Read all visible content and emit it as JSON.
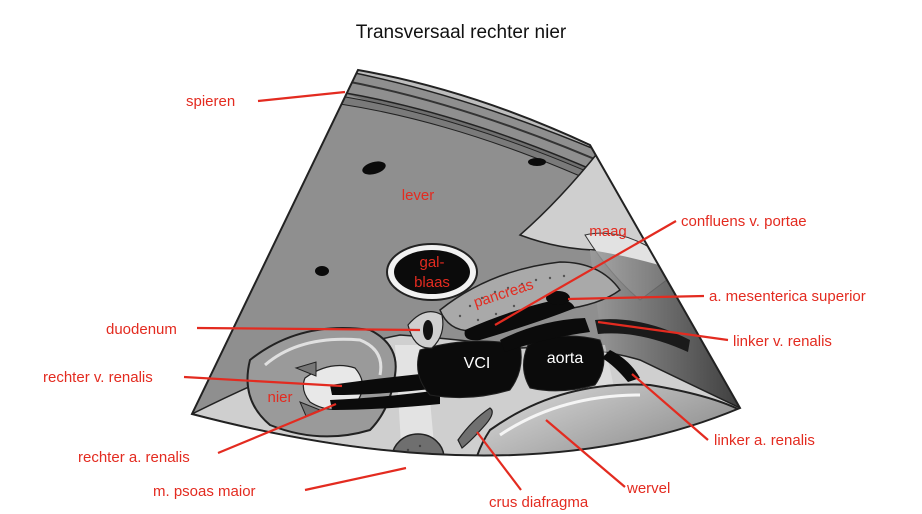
{
  "title": "Transversaal rechter nier",
  "labels": {
    "spieren": "spieren",
    "lever": "lever",
    "maag": "maag",
    "galblaas_line1": "gal-",
    "galblaas_line2": "blaas",
    "pancreas": "pancreas",
    "confluens": "confluens v. portae",
    "mesenterica": "a. mesenterica superior",
    "duodenum": "duodenum",
    "linker_v_renalis": "linker v. renalis",
    "vci": "VCI",
    "aorta": "aorta",
    "rechter_v_renalis": "rechter v. renalis",
    "nier": "nier",
    "linker_a_renalis": "linker a. renalis",
    "rechter_a_renalis": "rechter a. renalis",
    "wervel": "wervel",
    "psoas": "m. psoas maior",
    "crus": "crus diafragma"
  },
  "colors": {
    "label": "#e32b20",
    "liver": "#8f8f8f",
    "dark": "#0b0b0b"
  }
}
